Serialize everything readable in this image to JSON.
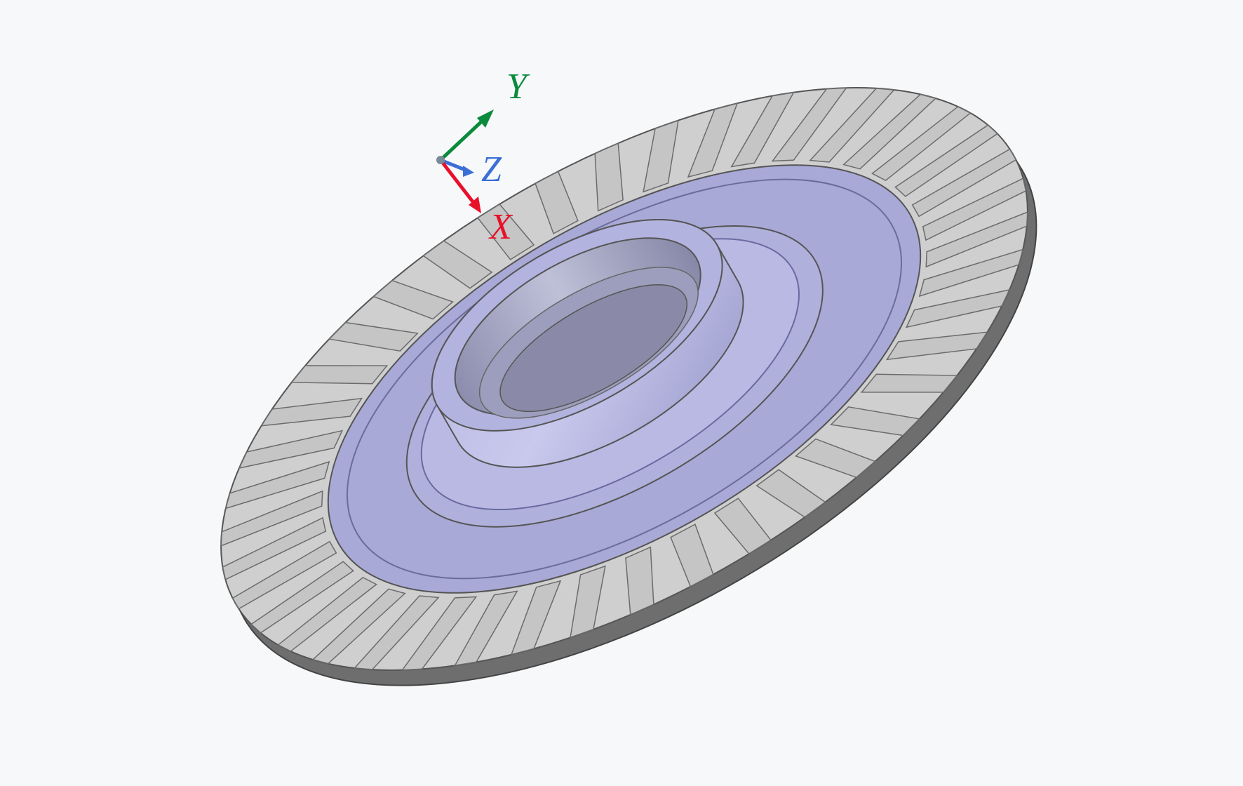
{
  "viewport": {
    "background_color": "#f7f8f9",
    "model": "bevel-gear"
  },
  "triad": {
    "x": {
      "label": "X",
      "color": "#e8102a"
    },
    "y": {
      "label": "Y",
      "color": "#0a8a3c"
    },
    "z": {
      "label": "Z",
      "color": "#3c6fd6"
    }
  },
  "colors": {
    "body_fill": "#a8a8d6",
    "body_fill_dark": "#8e8ec2",
    "teeth_fill": "#c8c8c8",
    "edge": "#555555"
  }
}
